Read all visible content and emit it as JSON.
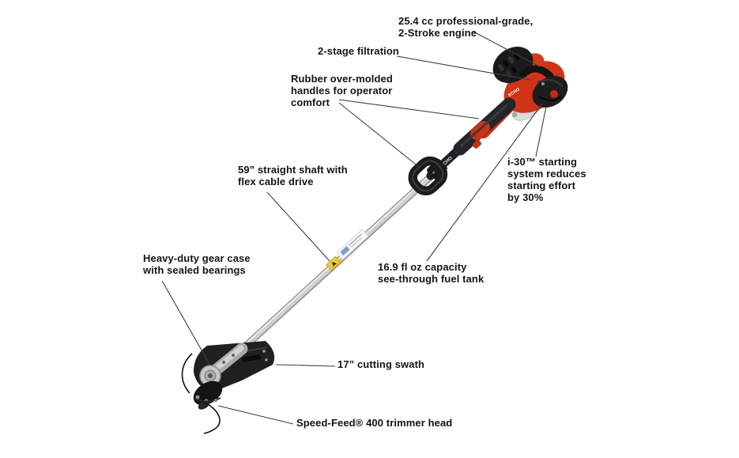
{
  "figure": {
    "subject": "Gas-powered straight-shaft string trimmer (annotated feature diagram)",
    "brand": "ECHO",
    "parts": [
      "engine-unit",
      "cylinder-cover",
      "starter-housing",
      "fuel-tank",
      "rear-grip",
      "loop-handle",
      "drive-shaft",
      "shaft-label-band",
      "warning-label",
      "gear-case",
      "debris-shield",
      "trimmer-head",
      "trimmer-string"
    ]
  },
  "colors": {
    "background": "#ffffff",
    "label_text": "#141414",
    "leader_line": "#3f3f3f",
    "engine_red": "#d03418",
    "plastic_black": "#1d1d1d",
    "shaft_silver": "#cfcfcf",
    "warning_yellow": "#e9cb2d"
  },
  "callouts": [
    {
      "id": "engine",
      "points_to": "engine-unit",
      "text": "25.4 cc professional-grade,\n2-Stroke engine"
    },
    {
      "id": "filtration",
      "points_to": "cylinder-cover",
      "text": "2-stage filtration"
    },
    {
      "id": "handles",
      "points_to": "rear-grip / loop-handle",
      "text": "Rubber over-molded\nhandles for operator\ncomfort"
    },
    {
      "id": "shaft",
      "points_to": "drive-shaft",
      "text": "59” straight shaft with\nflex cable drive"
    },
    {
      "id": "i30",
      "points_to": "starter-housing",
      "text": "i-30™ starting\nsystem reduces\nstarting effort\nby 30%"
    },
    {
      "id": "fueltank",
      "points_to": "fuel-tank",
      "text": "16.9 fl oz capacity\nsee-through fuel tank"
    },
    {
      "id": "gearcase",
      "points_to": "gear-case",
      "text": "Heavy-duty gear case\nwith sealed bearings"
    },
    {
      "id": "swath",
      "points_to": "debris-shield",
      "text": "17” cutting swath"
    },
    {
      "id": "speedfeed",
      "points_to": "trimmer-head",
      "text": "Speed-Feed® 400 trimmer head"
    }
  ]
}
